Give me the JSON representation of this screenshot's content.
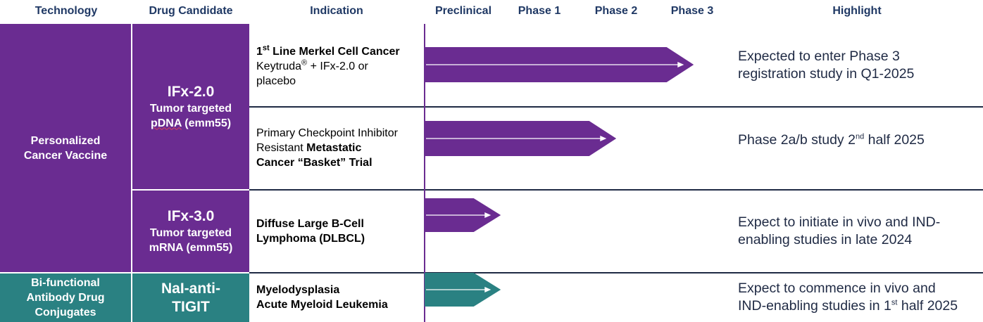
{
  "headers": {
    "technology": "Technology",
    "drug_candidate": "Drug Candidate",
    "indication": "Indication",
    "preclinical": "Preclinical",
    "phase1": "Phase 1",
    "phase2": "Phase 2",
    "phase3": "Phase 3",
    "highlight": "Highlight"
  },
  "technologies": [
    {
      "label_line1": "Personalized",
      "label_line2": "Cancer Vaccine",
      "color": "#6a2c91"
    },
    {
      "label_line1": "Bi-functional",
      "label_line2": "Antibody Drug",
      "label_line3": "Conjugates",
      "color": "#2a8182"
    }
  ],
  "candidates": [
    {
      "name": "IFx-2.0",
      "sub1": "Tumor targeted",
      "sub2_a": "pDNA",
      "sub2_b": " (emm55)"
    },
    {
      "name": "IFx-3.0",
      "sub1": "Tumor targeted",
      "sub2": "mRNA (emm55)"
    },
    {
      "name_line1": "NaI-anti-",
      "name_line2": "TIGIT"
    }
  ],
  "rows": [
    {
      "ind_bold_a": "1",
      "ind_sup": "st",
      "ind_bold_b": " Line Merkel Cell Cancer",
      "ind_line2_a": "Keytruda",
      "ind_line2_sup": "®",
      "ind_line2_b": " + IFx-2.0 or",
      "ind_line3": "placebo",
      "progress_phase": 3.0,
      "highlight_line1": "Expected to enter Phase 3",
      "highlight_line2": "registration study in Q1-2025"
    },
    {
      "ind_line1": "Primary Checkpoint Inhibitor",
      "ind_line2_a": "Resistant ",
      "ind_line2_b": "Metastatic",
      "ind_line3": "Cancer “Basket” Trial",
      "progress_phase": 2.0,
      "highlight_a": "Phase 2a/b study 2",
      "highlight_sup": "nd",
      "highlight_b": " half 2025"
    },
    {
      "ind_line1": "Diffuse Large B-Cell",
      "ind_line2": "Lymphoma (DLBCL)",
      "progress_phase": 0.65,
      "highlight_line1": "Expect to initiate in vivo and IND-",
      "highlight_line2": "enabling studies in late 2024"
    },
    {
      "ind_line1": "Myelodysplasia",
      "ind_line2": "Acute Myeloid Leukemia",
      "progress_phase": 0.65,
      "highlight_line1": "Expect to commence in vivo and",
      "highlight_line2_a": "IND-enabling studies in 1",
      "highlight_line2_sup": "st",
      "highlight_line2_b": " half 2025"
    }
  ],
  "colors": {
    "purple": "#6a2c91",
    "teal": "#2a8182",
    "header_text": "#1f3864"
  }
}
